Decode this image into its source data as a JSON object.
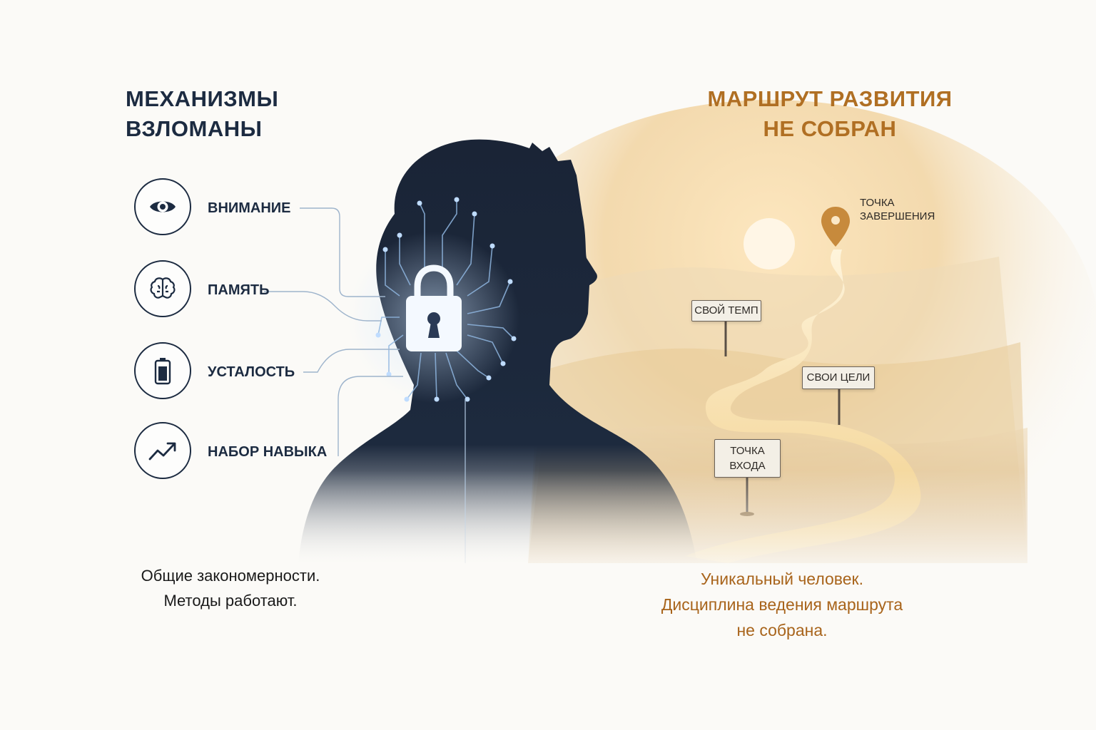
{
  "left_panel": {
    "title_lines": [
      "МЕХАНИЗМЫ",
      "ВЗЛОМАНЫ"
    ],
    "mechanisms": [
      {
        "label": "ВНИМАНИЕ",
        "icon": "eye-icon"
      },
      {
        "label": "ПАМЯТЬ",
        "icon": "brain-icon"
      },
      {
        "label": "УСТАЛОСТЬ",
        "icon": "battery-icon"
      },
      {
        "label": "НАБОР НАВЫКА",
        "icon": "trend-up-icon"
      }
    ],
    "caption_lines": [
      "Общие закономерности.",
      "Методы работают."
    ]
  },
  "center": {
    "figure": "head-silhouette",
    "center_icon": "padlock-icon"
  },
  "right_panel": {
    "title_lines": [
      "МАРШРУТ РАЗВИТИЯ",
      "НЕ СОБРАН"
    ],
    "finish_lines": [
      "ТОЧКА",
      "ЗАВЕРШЕНИЯ"
    ],
    "finish_icon": "map-pin-icon",
    "signs": {
      "tempo": "СВОЙ ТЕМП",
      "goals": "СВОИ ЦЕЛИ",
      "entry_lines": [
        "ТОЧКА",
        "ВХОДА"
      ]
    },
    "caption_lines": [
      "Уникальный человек.",
      "Дисциплина ведения маршрута",
      "не собрана."
    ]
  },
  "colors": {
    "navy": "#1c2b41",
    "amber": "#b06f23",
    "caption_amber": "#a8641b",
    "glow": "#cfe6ff",
    "background": "#fbfaf7"
  }
}
